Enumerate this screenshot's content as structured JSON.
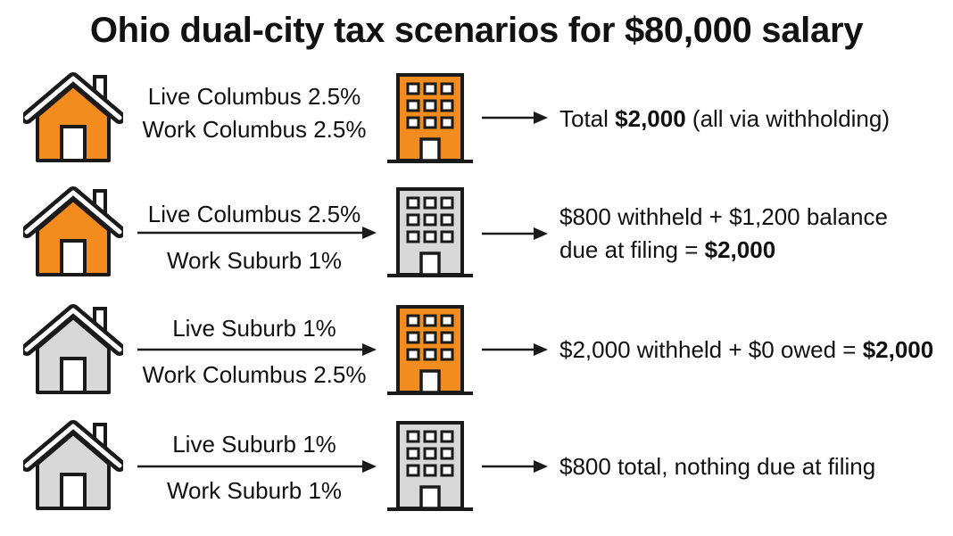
{
  "title": "Ohio dual-city tax scenarios for $80,000 salary",
  "colors": {
    "orange": "#f28c1e",
    "gray": "#d8d8d8",
    "outline": "#1a1a1a"
  },
  "scenarios": [
    {
      "house_color": "orange",
      "building_color": "orange",
      "live": "Live Columbus 2.5%",
      "work": "Work Columbus 2.5%",
      "result_pre": "Total ",
      "result_bold": "$2,000",
      "result_post": " (all via withholding)"
    },
    {
      "house_color": "orange",
      "building_color": "gray",
      "live": "Live Columbus 2.5%",
      "work": "Work Suburb 1%",
      "result_line1": "$800 withheld + $1,200 balance",
      "result_line2_pre": "due at filing = ",
      "result_line2_bold": "$2,000"
    },
    {
      "house_color": "gray",
      "building_color": "orange",
      "live": "Live Suburb 1%",
      "work": "Work Columbus 2.5%",
      "result_pre": "$2,000 withheld + $0 owed = ",
      "result_bold": "$2,000"
    },
    {
      "house_color": "gray",
      "building_color": "gray",
      "live": "Live Suburb 1%",
      "work": "Work Suburb 1%",
      "result_pre": "$800 total, nothing due at filing"
    }
  ]
}
